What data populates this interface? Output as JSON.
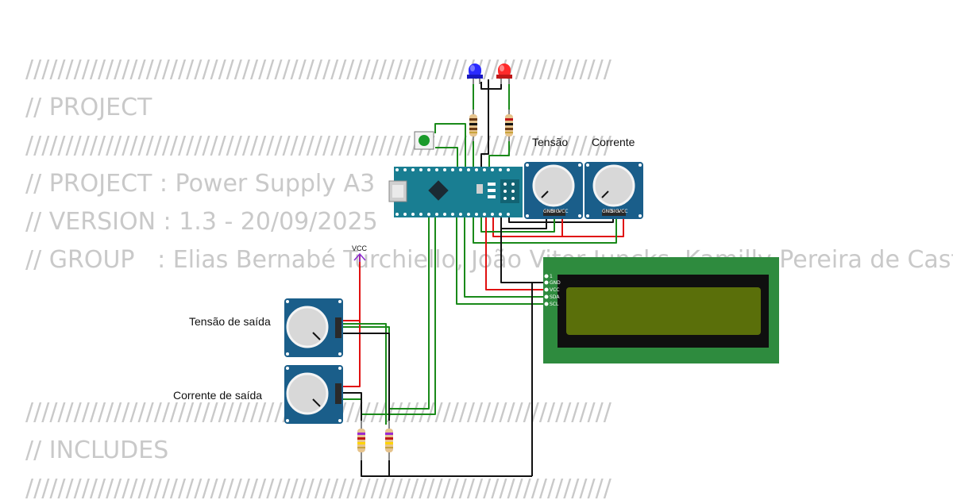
{
  "code_lines": [
    "/////////////////////////////////////////////////////////////////////////",
    "// PROJECT",
    "/////////////////////////////////////////////////////////////////////////",
    "// PROJECT : Power Supply A3",
    "// VERSION : 1.3 - 20/09/2025",
    "// GROUP   : Elias Bernabé Turchiello, João Vitor Juncks, Kamilly Pereira de Castro",
    "/////////////////////////////////////////////////////////////////////////",
    "// INCLUDES",
    "/////////////////////////////////////////////////////////////////////////"
  ],
  "labels": {
    "pot_tensao": "Tensão",
    "pot_corrente": "Corrente",
    "pot_tensao_saida": "Tensão de saída",
    "pot_corrente_saida": "Corrente de saída",
    "vcc": "VCC"
  },
  "lcd": {
    "pins": [
      "1",
      "GND",
      "VCC",
      "SDA",
      "SCL"
    ],
    "screen_color": "#5a6f0a",
    "board_color": "#2e8b3e"
  },
  "pot_pins": [
    "GND",
    "SIG",
    "VCC"
  ],
  "colors": {
    "wire_green": "#1a8a1a",
    "wire_red": "#e01010",
    "wire_black": "#111111",
    "board_blue": "#1a5e8a",
    "nano_teal": "#197e92",
    "led_blue": "#2a2aff",
    "led_red": "#ff2a2a",
    "code_gray": "#c9c9c9"
  }
}
